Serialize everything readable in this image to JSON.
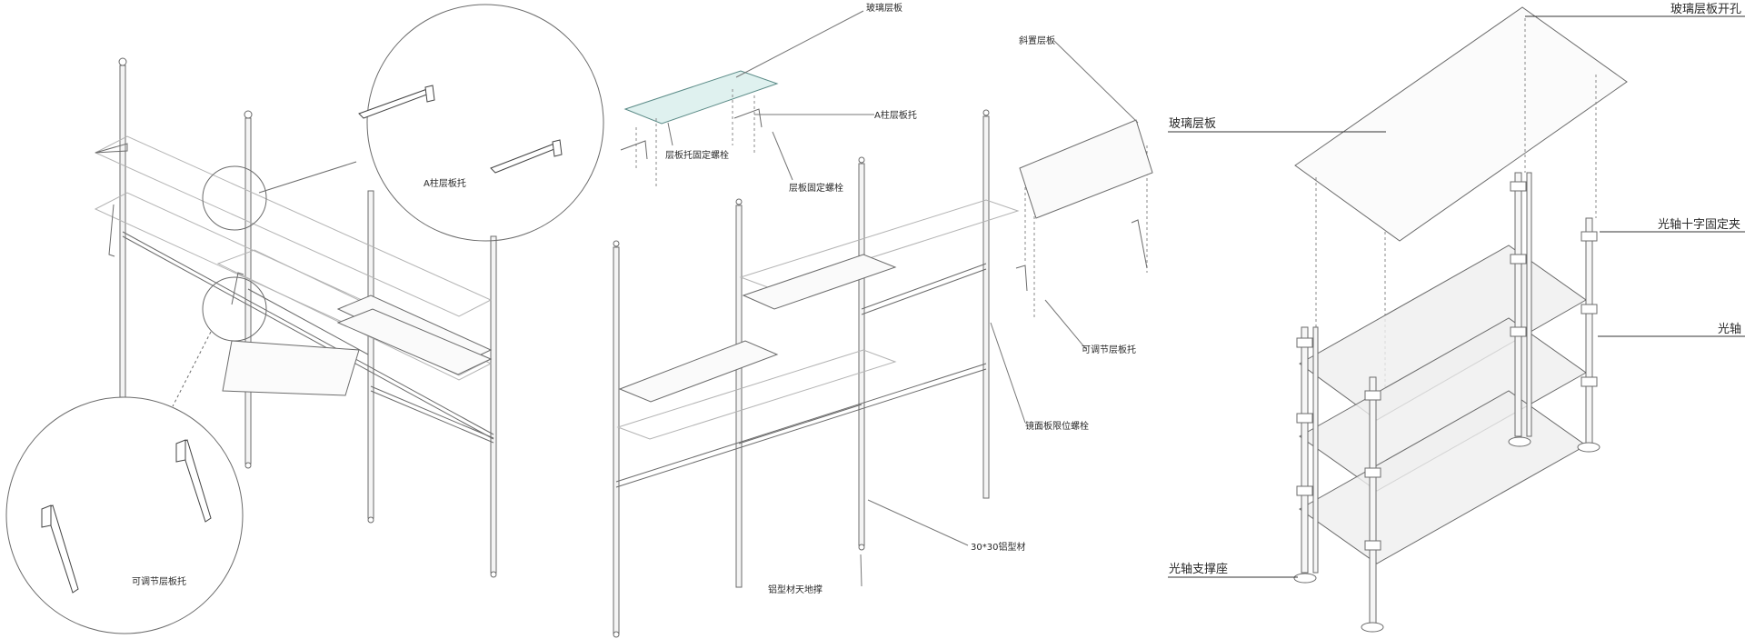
{
  "panel_left": {
    "callout_top": "A柱层板托",
    "callout_bottom": "可调节层板托"
  },
  "panel_middle": {
    "glass_shelf": "玻璃层板",
    "slanted_shelf": "斜置层板",
    "a_column_bracket": "A柱层板托",
    "bracket_fixing_bolt": "层板托固定螺栓",
    "shelf_fixing_bolt": "层板固定螺栓",
    "adjustable_bracket": "可调节层板托",
    "mirror_limit_bolt": "镜面板限位螺栓",
    "aluminum_profile": "30*30铝型材",
    "floor_ceiling_support": "铝型材天地撑"
  },
  "panel_right": {
    "glass_shelf_hole": "玻璃层板开孔",
    "glass_shelf": "玻璃层板",
    "cross_clamp": "光轴十字固定夹",
    "shaft": "光轴",
    "shaft_base": "光轴支撑座"
  },
  "colors": {
    "line": "#6b6b6b",
    "light_line": "#a8a8a8",
    "glass_fill": "#dff1ef",
    "glass_fill_right": "#ececec"
  }
}
